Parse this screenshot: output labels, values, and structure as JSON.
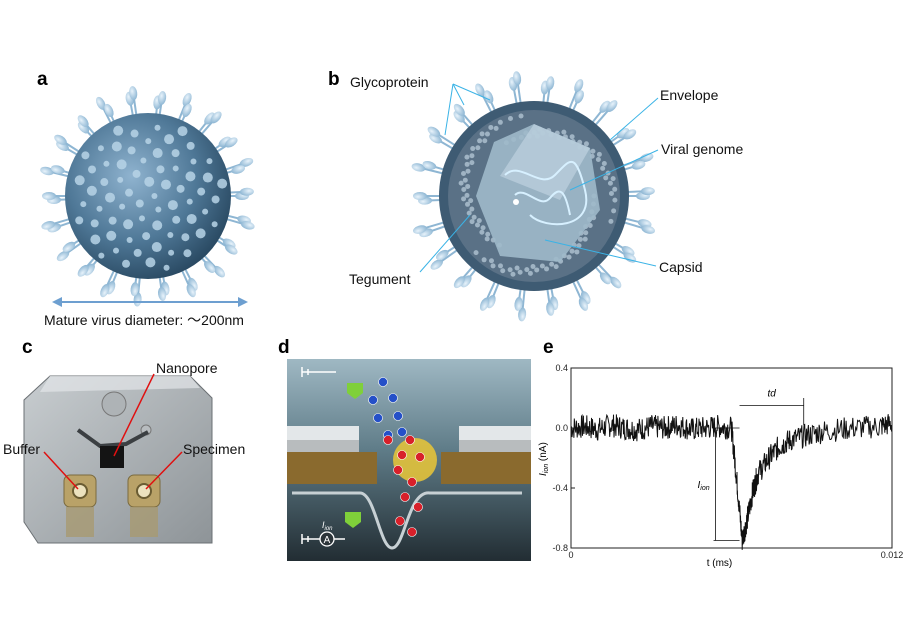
{
  "panels": {
    "a": {
      "label": "a",
      "caption": "Mature virus diameter: ～200nm"
    },
    "b": {
      "label": "b",
      "annotations": {
        "glycoprotein": "Glycoprotein",
        "envelope": "Envelope",
        "genome": "Viral genome",
        "tegument": "Tegument",
        "capsid": "Capsid"
      }
    },
    "c": {
      "label": "c",
      "annotations": {
        "nanopore": "Nanopore",
        "buffer": "Buffer",
        "specimen": "Specimen"
      }
    },
    "d": {
      "label": "d",
      "ion_label": "I",
      "ion_sub": "ion",
      "ammeter": "A"
    },
    "e": {
      "label": "e"
    }
  },
  "chart_data": {
    "type": "line",
    "series": [
      {
        "x": [
          0,
          0.0005,
          0.001,
          0.0015,
          0.002,
          0.0025,
          0.003,
          0.0035,
          0.004,
          0.0045,
          0.005,
          0.0055,
          0.006,
          0.0062,
          0.0064,
          0.0066,
          0.0068,
          0.007,
          0.0074,
          0.0078,
          0.0082,
          0.0088,
          0.0095,
          0.0105,
          0.0115,
          0.012
        ],
        "y": [
          0,
          0.01,
          -0.01,
          0.02,
          0,
          -0.01,
          0.01,
          0,
          0.02,
          -0.01,
          0,
          0.01,
          0,
          -0.35,
          -0.75,
          -0.6,
          -0.42,
          -0.3,
          -0.2,
          -0.12,
          -0.08,
          -0.05,
          -0.02,
          0,
          0.01,
          0.03
        ]
      }
    ],
    "xlabel": "t (ms)",
    "ylabel": "I",
    "ylabel_sub": "ion",
    "ylabel_unit": " (nA)",
    "xlim": [
      0,
      0.012
    ],
    "ylim": [
      -0.8,
      0.4
    ],
    "xticks": [
      "0",
      "0.012"
    ],
    "yticks": [
      "0.4",
      "0.0",
      "-0.4",
      "-0.8"
    ],
    "annotations": {
      "td": "td",
      "ion": "I",
      "ion_sub": "ion"
    }
  }
}
